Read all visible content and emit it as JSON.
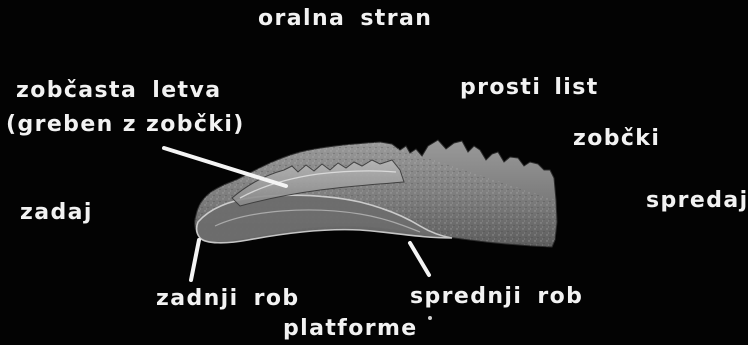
{
  "labels": {
    "oral_side": "oralna stran",
    "carina_line1": "zobčasta letva",
    "carina_line2": "(greben z zobčki)",
    "free_blade": "prosti list",
    "denticles": "zobčki",
    "posterior": "zadaj",
    "anterior": "spredaj",
    "posterior_margin": "zadnji rob",
    "anterior_margin": "sprednji rob",
    "platform": "platforme"
  },
  "colors": {
    "background": "#030303",
    "text": "#f2f2f2",
    "specimen_fill": "#8e8e8e",
    "specimen_dark": "#4a4a4a",
    "specimen_light": "#c9c9c9"
  }
}
